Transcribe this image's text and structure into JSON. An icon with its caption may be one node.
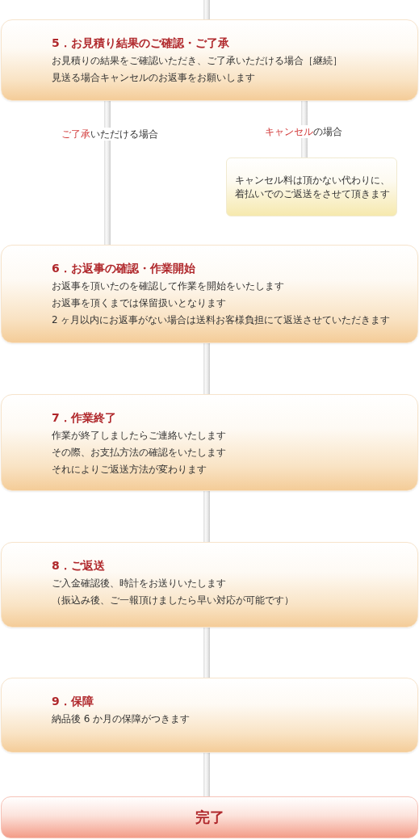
{
  "diagram": {
    "nodes": [
      {
        "text": [
          "5．お見積り結果のご確認・ご了承",
          "お見積りの結果をご確認いただき、ご了承いただける場合［継続］",
          "見送る場合キャンセルのお返事をお願いします"
        ]
      },
      {
        "text": [
          "キャンセル料は頂かない代わりに、着払いでのご返送をさせて頂きます"
        ]
      },
      {
        "text": [
          "6．お返事の確認・作業開始",
          "お返事を頂いたのを確認して作業を開始をいたします",
          "お返事を頂くまでは保留扱いとなります",
          "2 ヶ月以内にお返事がない場合は送料お客様負担にて返送させていただきます"
        ]
      },
      {
        "text": [
          "7．作業終了",
          "作業が終了しましたらご連絡いたします",
          "その際、お支払方法の確認をいたします",
          "それによりご返送方法が変わります"
        ]
      },
      {
        "text": [
          "8．ご返送",
          "ご入金確認後、時計をお送りいたします",
          "（振込み後、ご一報頂けましたら早い対応が可能です）"
        ]
      },
      {
        "text": [
          "9．保障",
          "納品後 6 か月の保障がつきます"
        ]
      },
      {
        "text": [
          "完了"
        ]
      }
    ],
    "edges": [
      {
        "from": null,
        "to": 0,
        "arrow": "none"
      },
      {
        "from": 0,
        "to": 2,
        "arrow": "none",
        "label": "**ご了承**いただける場合"
      },
      {
        "from": 0,
        "to": 1,
        "arrow": "none",
        "label": "**キャンセル**の場合"
      },
      {
        "from": 2,
        "to": 3,
        "arrow": "none"
      },
      {
        "from": 3,
        "to": 4,
        "arrow": "none"
      },
      {
        "from": 4,
        "to": 5,
        "arrow": "none"
      },
      {
        "from": 5,
        "to": 6,
        "arrow": "none"
      }
    ]
  }
}
